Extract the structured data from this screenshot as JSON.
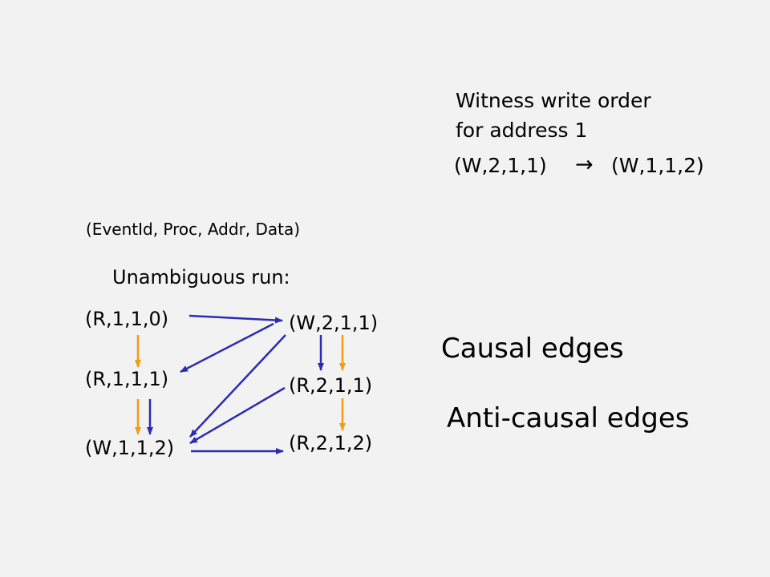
{
  "witness": {
    "line1": "Witness write order",
    "line2": "for address 1",
    "from": "(W,2,1,1)",
    "arrow": "→",
    "to": "(W,1,1,2)"
  },
  "tuple_header": "(EventId, Proc, Addr, Data)",
  "run_label": "Unambiguous run:",
  "nodes": {
    "r110": "(R,1,1,0)",
    "r111": "(R,1,1,1)",
    "w112": "(W,1,1,2)",
    "w211": "(W,2,1,1)",
    "r211": "(R,2,1,1)",
    "r212": "(R,2,1,2)"
  },
  "legend": {
    "causal": "Causal edges",
    "anticausal": "Anti-causal edges"
  },
  "colors": {
    "causal_edge": "#f39c12",
    "anticausal_edge": "#2b2bb3",
    "background": "#f2f2f2"
  }
}
